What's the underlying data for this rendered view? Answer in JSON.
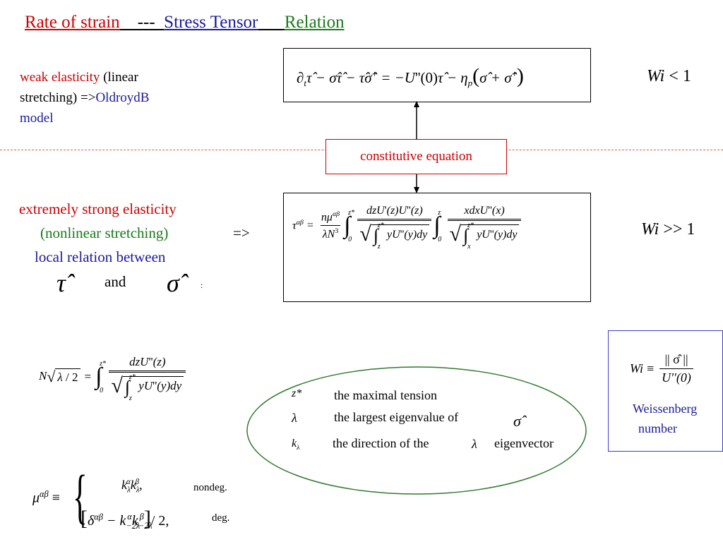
{
  "title": {
    "part1": "Rate of strain",
    "sep1": "    ---  ",
    "part2": "Stress Tensor",
    "sep2": "      ",
    "part3": "Relation"
  },
  "weak": {
    "line1_red": "weak elasticity",
    "line1_black": " (linear",
    "line2_black": "stretching) =>",
    "line2_blue": "OldroydB",
    "line3_blue": "model"
  },
  "wi_weak": {
    "wi": "Wi",
    "rel": "<",
    "val": "1"
  },
  "constitutive": {
    "label": "constitutive equation"
  },
  "strong": {
    "line1": "extremely strong elasticity",
    "line2": "(nonlinear stretching)",
    "arrow": "=>",
    "line3": "local relation between",
    "and": "and",
    "colon": ":"
  },
  "wi_strong": {
    "wi": "Wi",
    "rel": ">>",
    "val": "1"
  },
  "ellipse": {
    "row1_sym": "z*",
    "row1_text": "the maximal tension",
    "row2_sym": "λ",
    "row2_text": "the largest eigenvalue of",
    "row3_text": "the direction of  the",
    "row3_tail": "eigenvector"
  },
  "wi_def": {
    "wi": "Wi",
    "equiv": "≡",
    "num": "|| σ̂ ||",
    "den": "U''(0)",
    "label1": "Weissenberg",
    "label2": "number"
  },
  "mu_def": {
    "case1": "nondeg.",
    "case2": "deg."
  },
  "colors": {
    "red": "#cc0000",
    "blue": "#1a1a9c",
    "green": "#1a7a1a",
    "divider": "#e05a4a",
    "ellipse": "#2f7a2f",
    "boxblue": "#3a3ad0"
  }
}
